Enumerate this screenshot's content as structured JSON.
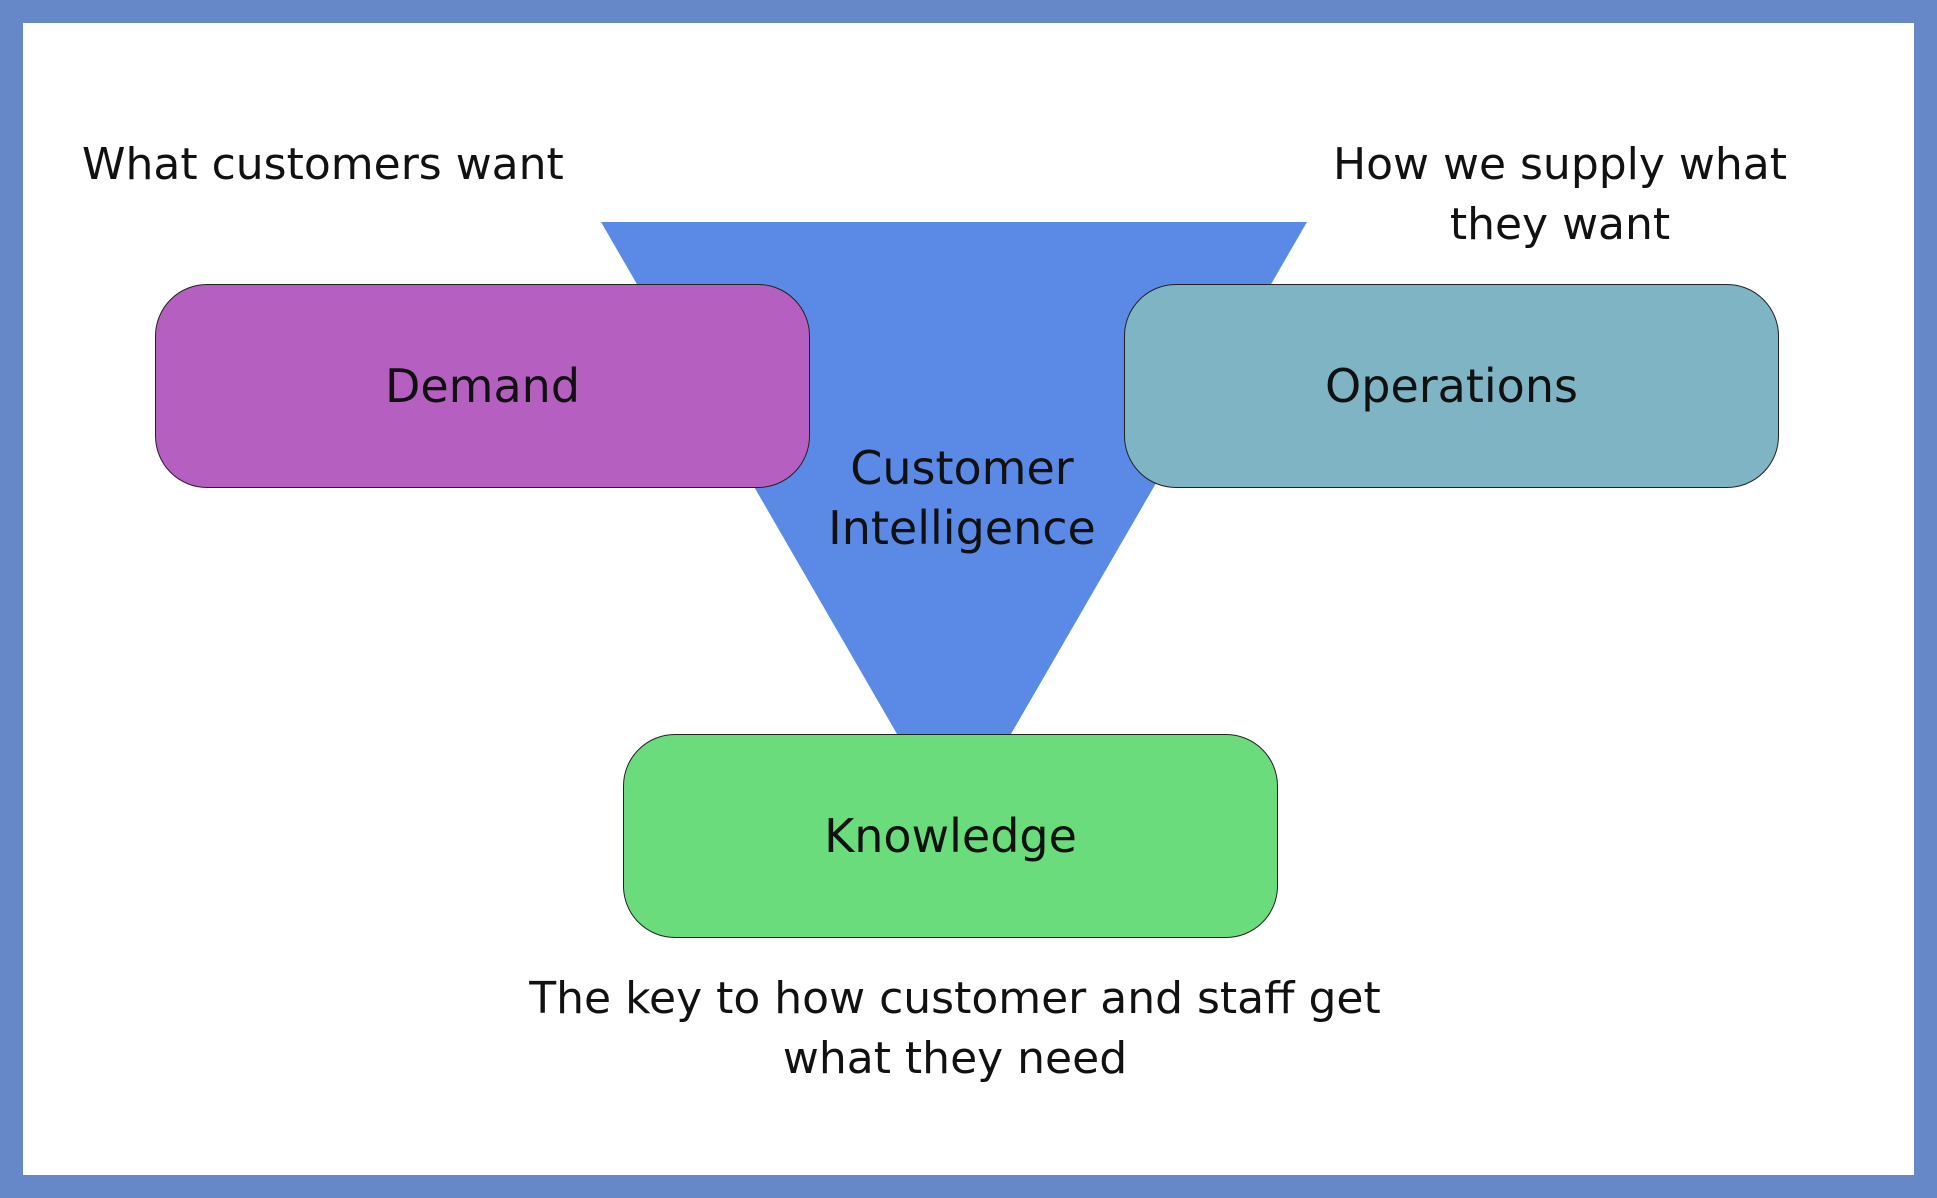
{
  "colors": {
    "frame": "#6688c8",
    "funnel": "#5b8ae6",
    "demand": "#b55fc0",
    "operations": "#7eb4c3",
    "knowledge": "#6bdc7c"
  },
  "center": {
    "line1": "Customer",
    "line2": "Intelligence"
  },
  "boxes": {
    "demand": "Demand",
    "operations": "Operations",
    "knowledge": "Knowledge"
  },
  "captions": {
    "demand": "What customers want",
    "operations": "How we supply what they want",
    "knowledge": "The key to how customer and staff get what they need"
  }
}
